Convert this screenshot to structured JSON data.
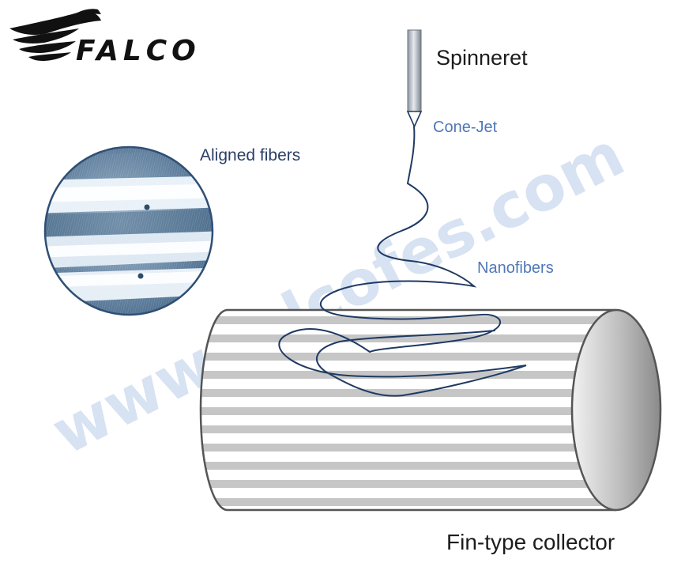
{
  "brand": {
    "logo_text": "FALCO",
    "logo_color": "#111111"
  },
  "watermark": {
    "text": "www.falcofes.com",
    "color": "#d7e2f2"
  },
  "labels": {
    "spinneret": "Spinneret",
    "cone_jet": "Cone-Jet",
    "aligned_fibers": "Aligned fibers",
    "nanofibers": "Nanofibers",
    "collector": "Fin-type collector"
  },
  "colors": {
    "fiber": "#1f3a63",
    "label_blue": "#4f78b8",
    "label_navy": "#2c3e66",
    "cylinder_stripe": "#c6c6c6",
    "cylinder_outline": "#555555"
  },
  "icons": {
    "logo": "falcon-wing-logo",
    "spinneret": "needle-spinneret",
    "collector": "striped-cylinder-collector",
    "inset": "aligned-fibers-magnified-photo"
  }
}
